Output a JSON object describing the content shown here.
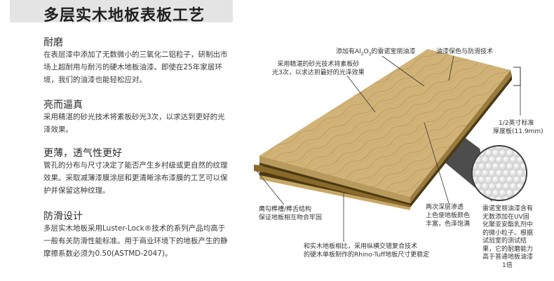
{
  "title": "多层实木地板表板工艺",
  "sections": [
    {
      "heading": "耐磨",
      "lines": [
        "在表层漆中添加了无数微小的三氧化二铝粒子，研制出市",
        "场上超耐用与耐污的硬木地板油漆。即使在25年家居环",
        "境，我们的油漆也能轻松应对。"
      ]
    },
    {
      "heading": "亮而逼真",
      "lines": [
        "采用精湛的砂光技术将素板砂光3次，以求达到更好的光",
        "泽效果。"
      ]
    },
    {
      "heading": "更薄，透气性更好",
      "lines": [
        "管孔的分布与尺寸决定了能否产生乡村级或更自然的纹理",
        "效果。采取减薄漆膜涂层和更清晰涂布漆膜的工艺可以保",
        "护并保留这种纹理。"
      ]
    },
    {
      "heading": "防滑设计",
      "lines": [
        "多层实木地板采用Luster-Lock®技术的系列产品均高于",
        "一般有关防滑性能标准。用于商业环境下的地板产生的静",
        "摩擦系数必须为0.50(ASTMD-2047)。"
      ]
    }
  ],
  "annotations": {
    "al2o3_pre": "添加有Al",
    "al2o3_sub1": "2",
    "al2o3_mid": "O",
    "al2o3_sub2": "3",
    "al2o3_post": "的雷诺宝丽油漆",
    "paint_protect": "油漆保色与防滑技术",
    "sanding": [
      "采用精湛的砂光技术将素板砂",
      "光3次，以求达到最好的光泽效果"
    ],
    "thickness": [
      "1/2英寸标准",
      "厚度板(11.9mm)"
    ],
    "stain": [
      "两次深层渗透",
      "上色使地板颜色",
      "丰富，色泽饱满"
    ],
    "tongue": [
      "鹰勾榫槽/榫舌结构",
      "保证地板相互吻合牢固"
    ],
    "cross": [
      "和实木地板相比，采用纵横交错复合技术",
      "的硬木单板制作的Rhino-Tuff地板尺寸更稳定"
    ],
    "uv": [
      "雷诺宝丽油漆含有",
      "无数添加在UV固",
      "化聚亚安酯乳剂中",
      "的微小粒子。根据",
      "试验室的测试结",
      "果，它的耐磨能力",
      "高于普通地板油漆",
      "1倍"
    ]
  },
  "colors": {
    "wood_top": "#d2b377",
    "wood_edge": "#b89a5c",
    "core": "#8a6a2a",
    "core_dark": "#4d3a12",
    "beam": "#3a3a3a",
    "bead": "#ffffff"
  }
}
